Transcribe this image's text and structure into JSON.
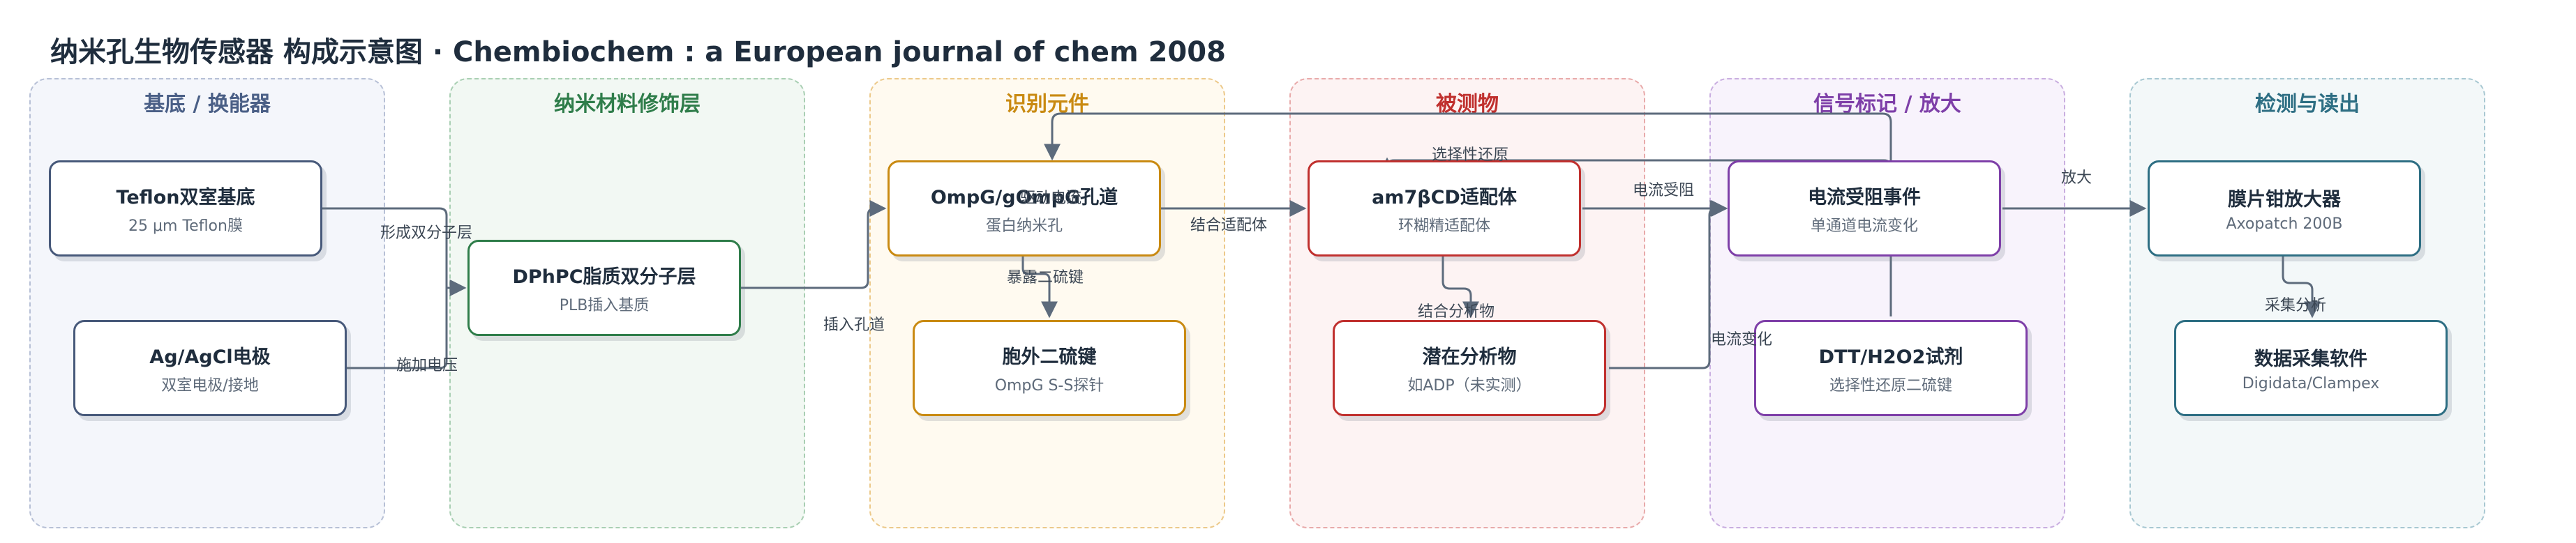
{
  "title": "纳米孔生物传感器 构成示意图 · Chembiochem : a European journal of chem 2008",
  "lanes": [
    {
      "title": "基底 / 换能器",
      "color": "#4a5f86",
      "fill": "#f4f6fb",
      "border": "#b7c0d6"
    },
    {
      "title": "纳米材料修饰层",
      "color": "#2f7d4a",
      "fill": "#f2f8f3",
      "border": "#a9cfb3"
    },
    {
      "title": "识别元件",
      "color": "#c98a12",
      "fill": "#fffaf0",
      "border": "#ecc98a"
    },
    {
      "title": "被测物",
      "color": "#c0302e",
      "fill": "#fdf3f3",
      "border": "#e8aaaa"
    },
    {
      "title": "信号标记 / 放大",
      "color": "#7e3fa8",
      "fill": "#f8f3fc",
      "border": "#c9aee0"
    },
    {
      "title": "检测与读出",
      "color": "#2d6e83",
      "fill": "#f3f8f9",
      "border": "#a8c8d2"
    }
  ],
  "nodes": {
    "teflon": {
      "title": "Teflon双室基底",
      "sub": "25 μm Teflon膜",
      "border": "#47597a"
    },
    "agcl": {
      "title": "Ag/AgCl电极",
      "sub": "双室电极/接地",
      "border": "#47597a"
    },
    "dphpc": {
      "title": "DPhPC脂质双分子层",
      "sub": "PLB插入基质",
      "border": "#2f7d4a"
    },
    "ompg": {
      "title": "OmpG/gOmpG孔道",
      "sub": "蛋白纳米孔",
      "border": "#c98a12"
    },
    "disulfide": {
      "title": "胞外二硫键",
      "sub": "OmpG S-S探针",
      "border": "#c98a12"
    },
    "am7": {
      "title": "am7βCD适配体",
      "sub": "环糊精适配体",
      "border": "#c0302e"
    },
    "analyte": {
      "title": "潜在分析物",
      "sub": "如ADP（未实测）",
      "border": "#c0302e"
    },
    "blockade": {
      "title": "电流受阻事件",
      "sub": "单通道电流变化",
      "border": "#7e3fa8"
    },
    "dtt": {
      "title": "DTT/H2O2试剂",
      "sub": "选择性还原二硫键",
      "border": "#7e3fa8"
    },
    "amplifier": {
      "title": "膜片钳放大器",
      "sub": "Axopatch 200B",
      "border": "#2d6e83"
    },
    "software": {
      "title": "数据采集软件",
      "sub": "Digidata/Clampex",
      "border": "#2d6e83"
    }
  },
  "edges": [
    {
      "id": "teflon-dphpc",
      "label": "形成双分子层"
    },
    {
      "id": "agcl-dphpc",
      "label": "施加电压"
    },
    {
      "id": "dphpc-ompg",
      "label": "插入孔道"
    },
    {
      "id": "blockade-ompg",
      "label": "驱动电流"
    },
    {
      "id": "ompg-am7",
      "label": "结合适配体"
    },
    {
      "id": "ompg-disulfide",
      "label": "暴露二硫键"
    },
    {
      "id": "dtt-am7",
      "label": "选择性还原"
    },
    {
      "id": "am7-blockade",
      "label": "电流受阻"
    },
    {
      "id": "am7-analyte",
      "label": "结合分析物"
    },
    {
      "id": "analyte-blockade",
      "label": "电流变化"
    },
    {
      "id": "blockade-amplifier",
      "label": "放大"
    },
    {
      "id": "amplifier-software",
      "label": "采集分析"
    }
  ],
  "colors": {
    "edge": "#5d6b7c"
  }
}
